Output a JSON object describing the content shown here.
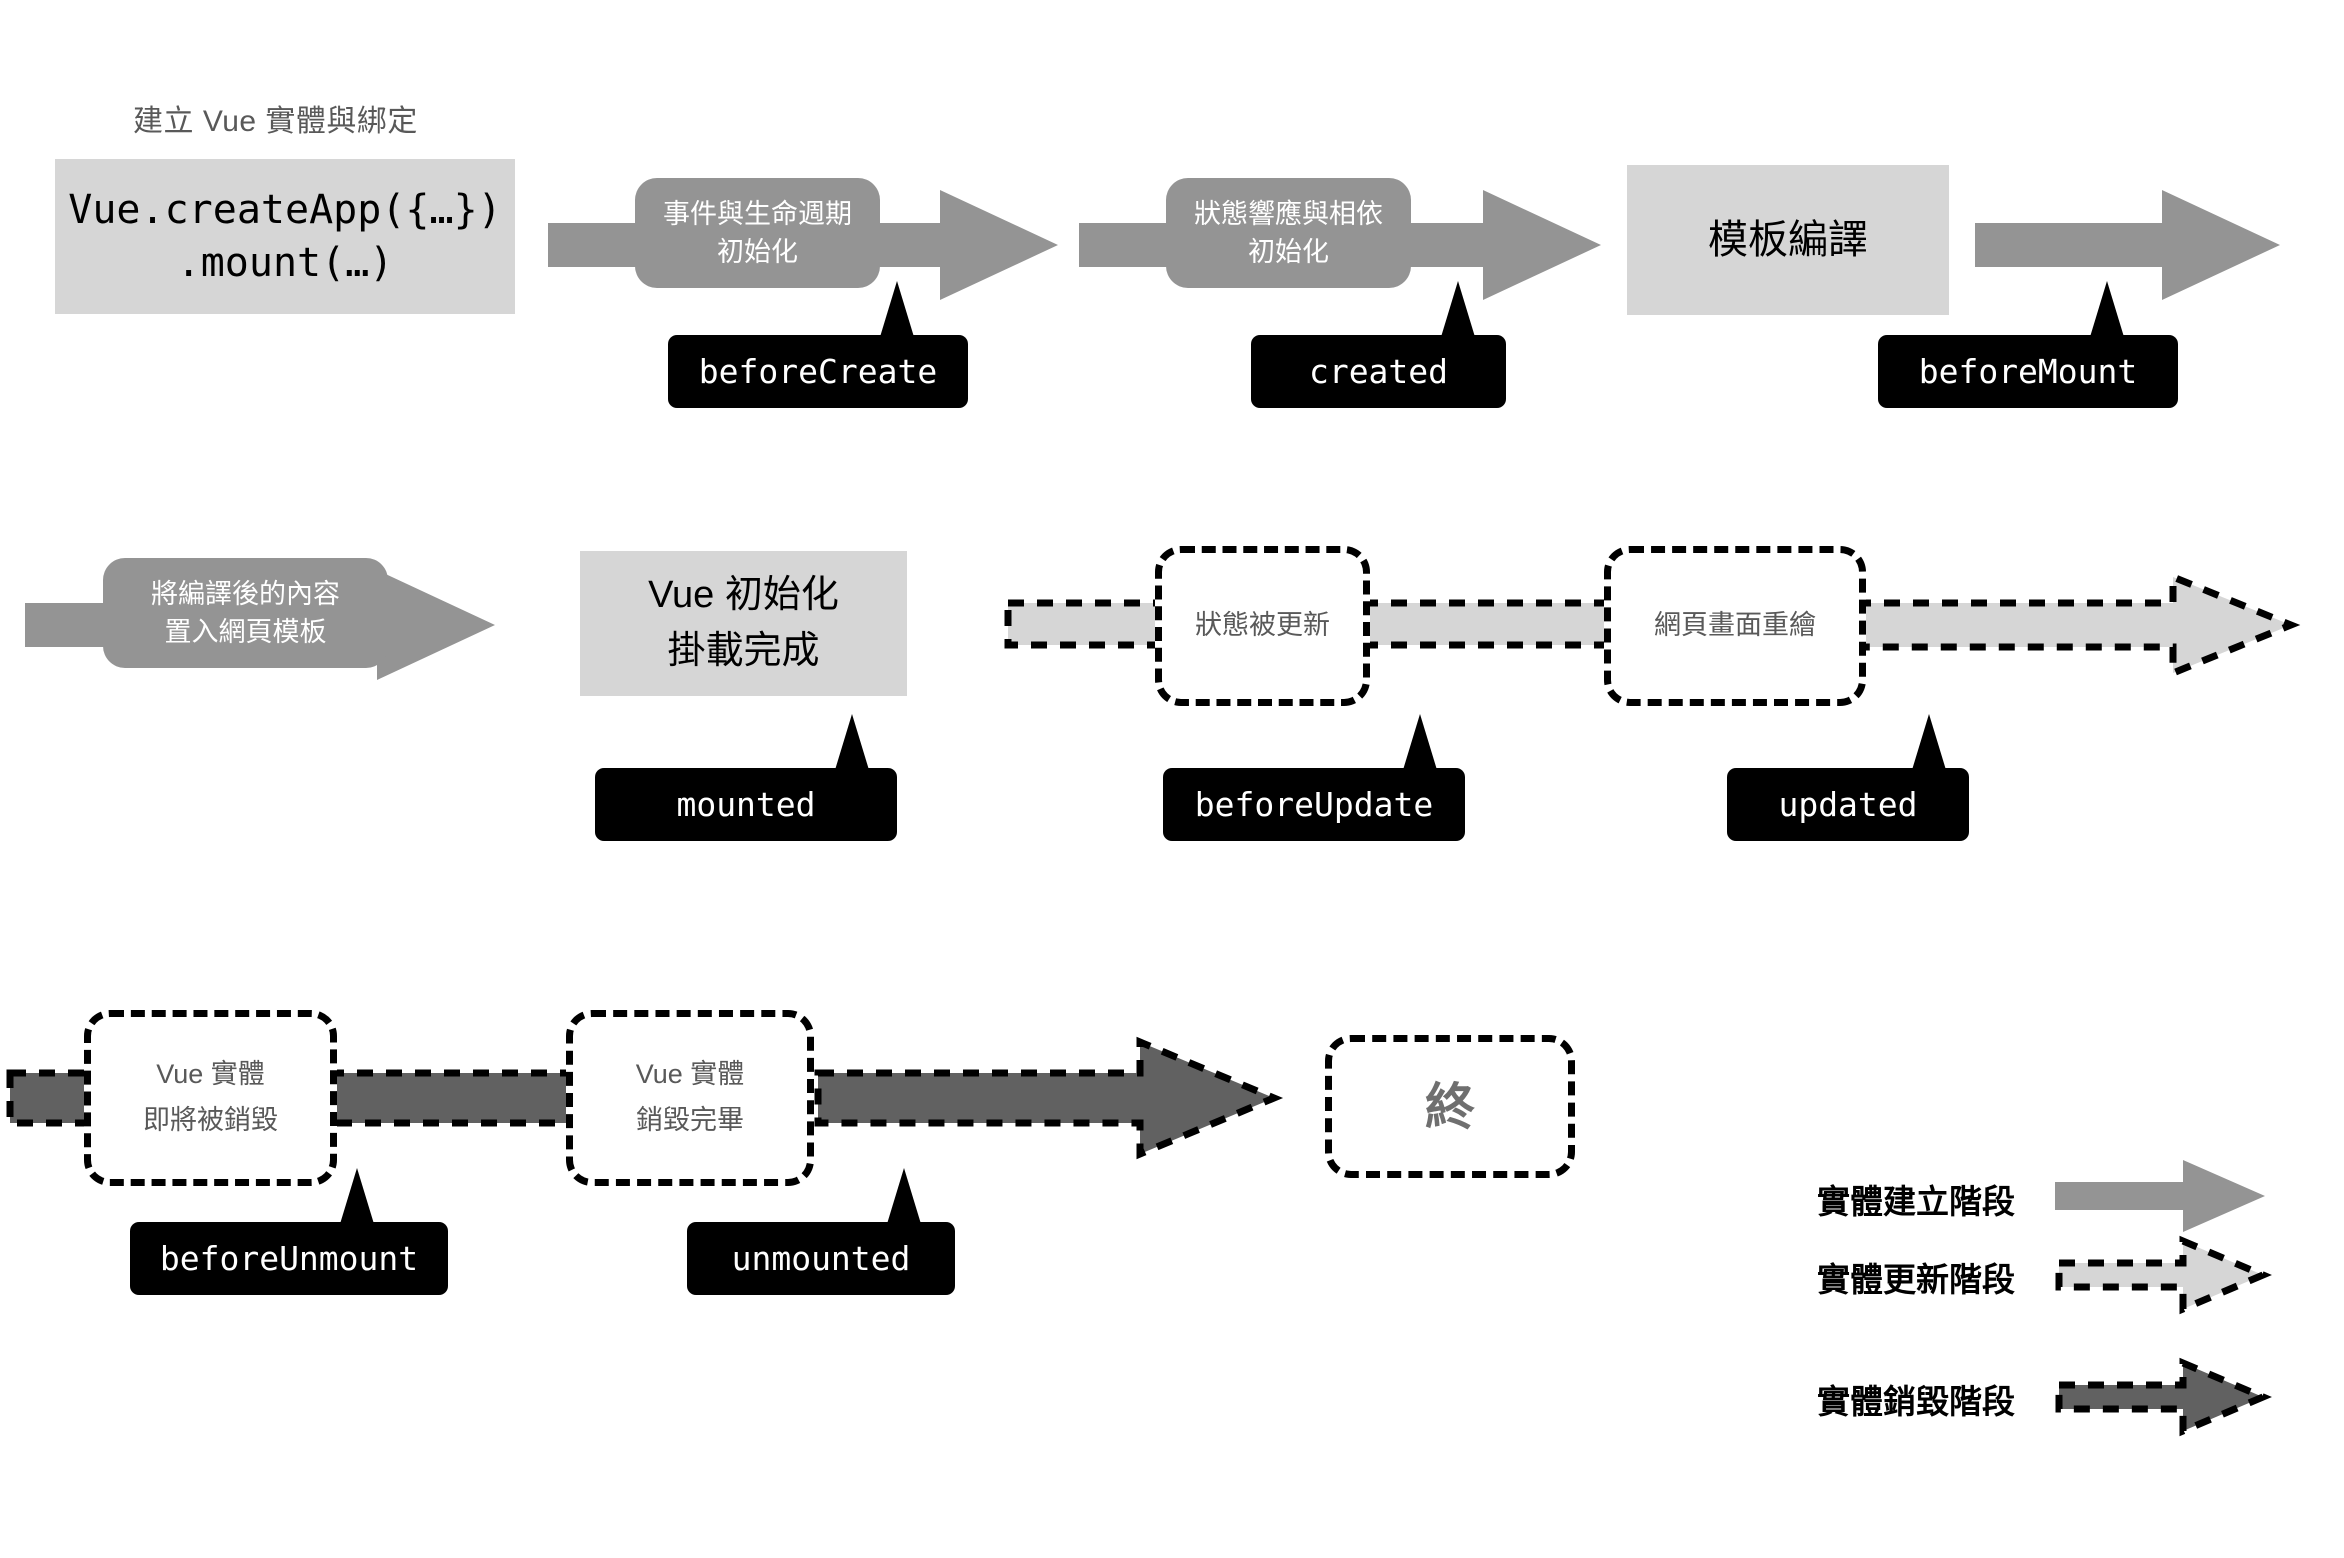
{
  "colors": {
    "create_arrow": "#949494",
    "update_arrow": "#d6d6d6",
    "destroy_arrow": "#616161",
    "box_fill": "#d6d6d6",
    "pill_fill": "#949494",
    "callout_fill": "#000000",
    "grey_text": "#595959",
    "dash_stroke": "#000000",
    "background": "#ffffff"
  },
  "sections": {
    "create_title": "建立 Vue 實體與綁定"
  },
  "create_phase": {
    "entry_box": {
      "line1": "Vue.createApp({…})",
      "line2": ".mount(…)"
    },
    "steps": [
      {
        "pill_line1": "事件與生命週期",
        "pill_line2": "初始化",
        "hook": "beforeCreate"
      },
      {
        "pill_line1": "狀態響應與相依",
        "pill_line2": "初始化",
        "hook": "created"
      }
    ],
    "compile_box": {
      "line1": "模板編譯"
    },
    "beforemount_hook": "beforeMount",
    "inject_pill": {
      "line1": "將編譯後的內容",
      "line2": "置入網頁模板"
    },
    "mounted_box": {
      "line1": "Vue 初始化",
      "line2": "掛載完成"
    },
    "mounted_hook": "mounted"
  },
  "update_phase": {
    "steps": [
      {
        "label": "狀態被更新",
        "hook": "beforeUpdate"
      },
      {
        "label": "網頁畫面重繪",
        "hook": "updated"
      }
    ]
  },
  "destroy_phase": {
    "steps": [
      {
        "line1": "Vue 實體",
        "line2": "即將被銷毀",
        "hook": "beforeUnmount"
      },
      {
        "line1": "Vue 實體",
        "line2": "銷毀完畢",
        "hook": "unmounted"
      }
    ],
    "end_box": {
      "label": "終"
    }
  },
  "legend": {
    "items": [
      {
        "label": "實體建立階段",
        "style": "solid-arrow"
      },
      {
        "label": "實體更新階段",
        "style": "dashed-light-arrow"
      },
      {
        "label": "實體銷毀階段",
        "style": "dashed-dark-arrow"
      }
    ]
  }
}
